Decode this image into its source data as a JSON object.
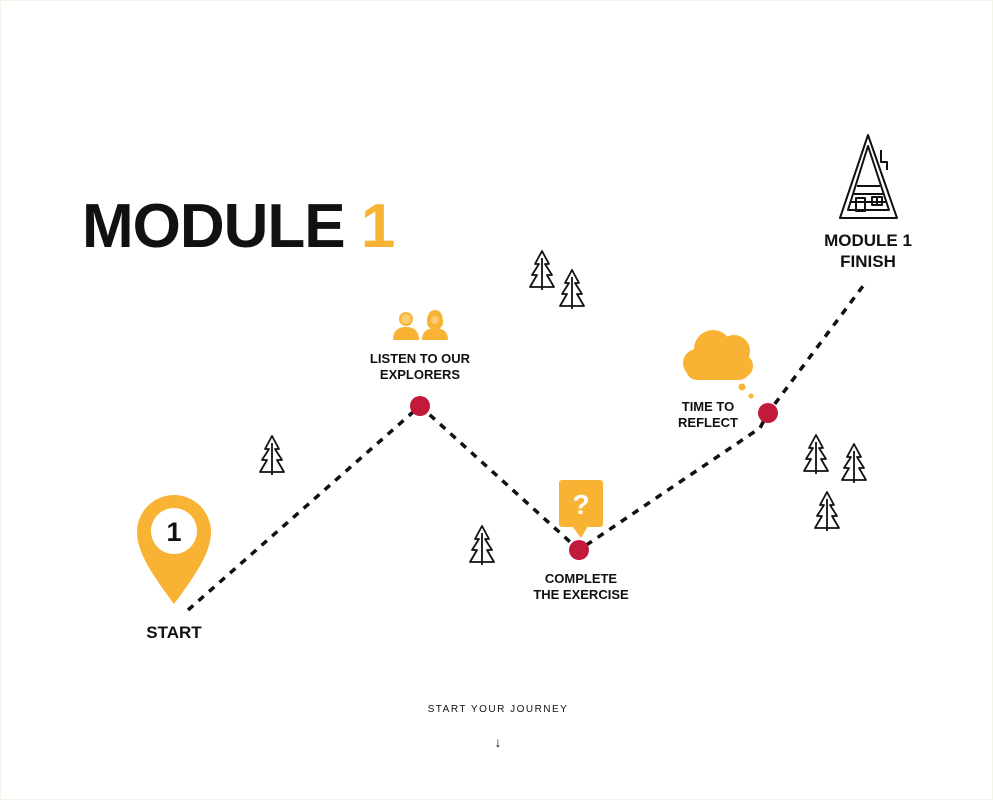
{
  "title": {
    "main": "MODULE",
    "number": "1"
  },
  "steps": {
    "start": {
      "label": "START",
      "badge": "1"
    },
    "listen": {
      "line1": "LISTEN TO OUR",
      "line2": "EXPLORERS"
    },
    "exercise": {
      "line1": "COMPLETE",
      "line2": "THE EXERCISE",
      "badge": "?"
    },
    "reflect": {
      "line1": "TIME TO",
      "line2": "REFLECT"
    },
    "finish": {
      "line1": "MODULE 1",
      "line2": "FINISH"
    }
  },
  "cta": {
    "label": "START YOUR JOURNEY",
    "arrow": "↓"
  },
  "icons": {
    "start": "map-pin-icon",
    "listen": "people-icon",
    "exercise": "question-bubble-icon",
    "reflect": "thought-cloud-icon",
    "finish": "cabin-icon",
    "decor": "pine-tree-icon"
  },
  "colors": {
    "accent": "#f8b335",
    "waypoint": "#c21a3a",
    "ink": "#111111",
    "background": "#ffffff"
  }
}
